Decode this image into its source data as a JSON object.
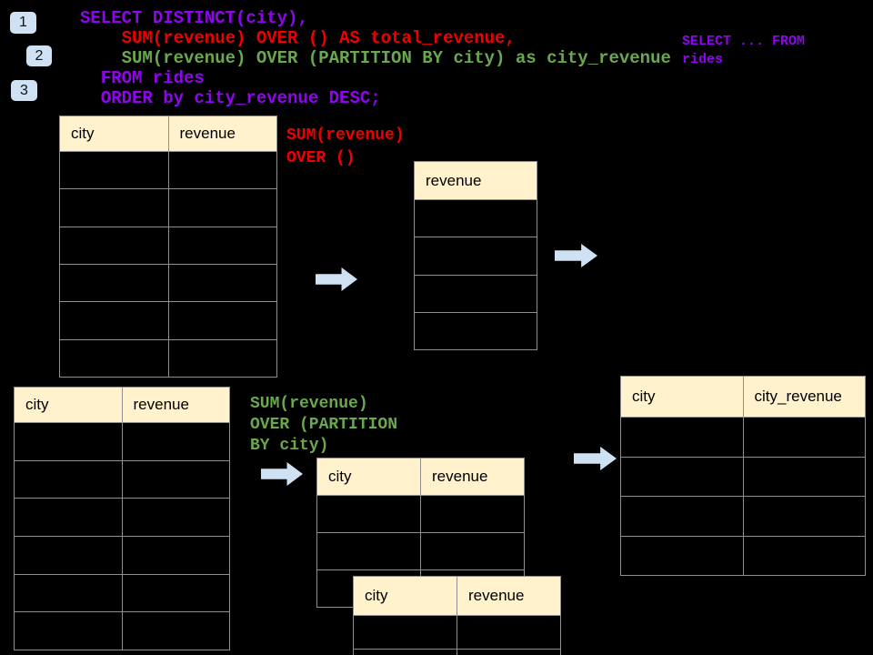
{
  "colors": {
    "background": "#000000",
    "purple": "#9004f0",
    "red": "#ee0000",
    "green": "#6aa84f",
    "header_fill": "#fff2cc",
    "arrow": "#cfe2f3",
    "badge_fill": "#cfe2f3",
    "border": "#8f8f8f"
  },
  "badges": [
    {
      "label": "1"
    },
    {
      "label": "2"
    },
    {
      "label": "3"
    }
  ],
  "sql_code": {
    "lines": [
      {
        "text": "SELECT DISTINCT(city),",
        "color": "purple",
        "indent": 0
      },
      {
        "text": "SUM(revenue) OVER () AS total_revenue,",
        "color": "red",
        "indent": 4
      },
      {
        "text": "SUM(revenue) OVER (PARTITION BY city) as city_revenue",
        "color": "green",
        "indent": 4
      },
      {
        "text": "FROM rides",
        "color": "purple",
        "indent": 2
      },
      {
        "text": "ORDER by city_revenue DESC;",
        "color": "purple",
        "indent": 2
      }
    ]
  },
  "side_note": {
    "lines": [
      {
        "text": "SELECT ... FROM",
        "color": "purple",
        "indent": 0
      },
      {
        "text": "rides",
        "color": "purple",
        "indent": 0
      }
    ]
  },
  "label_total": {
    "lines": [
      {
        "text": "SUM(revenue)",
        "color": "red",
        "indent": 0
      },
      {
        "text": "OVER ()",
        "color": "red",
        "indent": 0
      }
    ]
  },
  "label_partition": {
    "lines": [
      {
        "text": "SUM(revenue)",
        "color": "green",
        "indent": 0
      },
      {
        "text": "OVER (PARTITION",
        "color": "green",
        "indent": 0
      },
      {
        "text": "BY city)",
        "color": "green",
        "indent": 0
      }
    ]
  },
  "tables": {
    "source_top": {
      "headers": [
        "city",
        "revenue"
      ],
      "empty_rows": 6
    },
    "total_revenue": {
      "headers": [
        "revenue"
      ],
      "empty_rows": 4
    },
    "source_bottom": {
      "headers": [
        "city",
        "revenue"
      ],
      "empty_rows": 6
    },
    "partition_city_a": {
      "headers": [
        "city",
        "revenue"
      ],
      "empty_rows": 3
    },
    "partition_city_b": {
      "headers": [
        "city",
        "revenue"
      ],
      "empty_rows": 2
    },
    "city_revenue_result": {
      "headers": [
        "city",
        "city_revenue"
      ],
      "empty_rows": 4
    }
  }
}
